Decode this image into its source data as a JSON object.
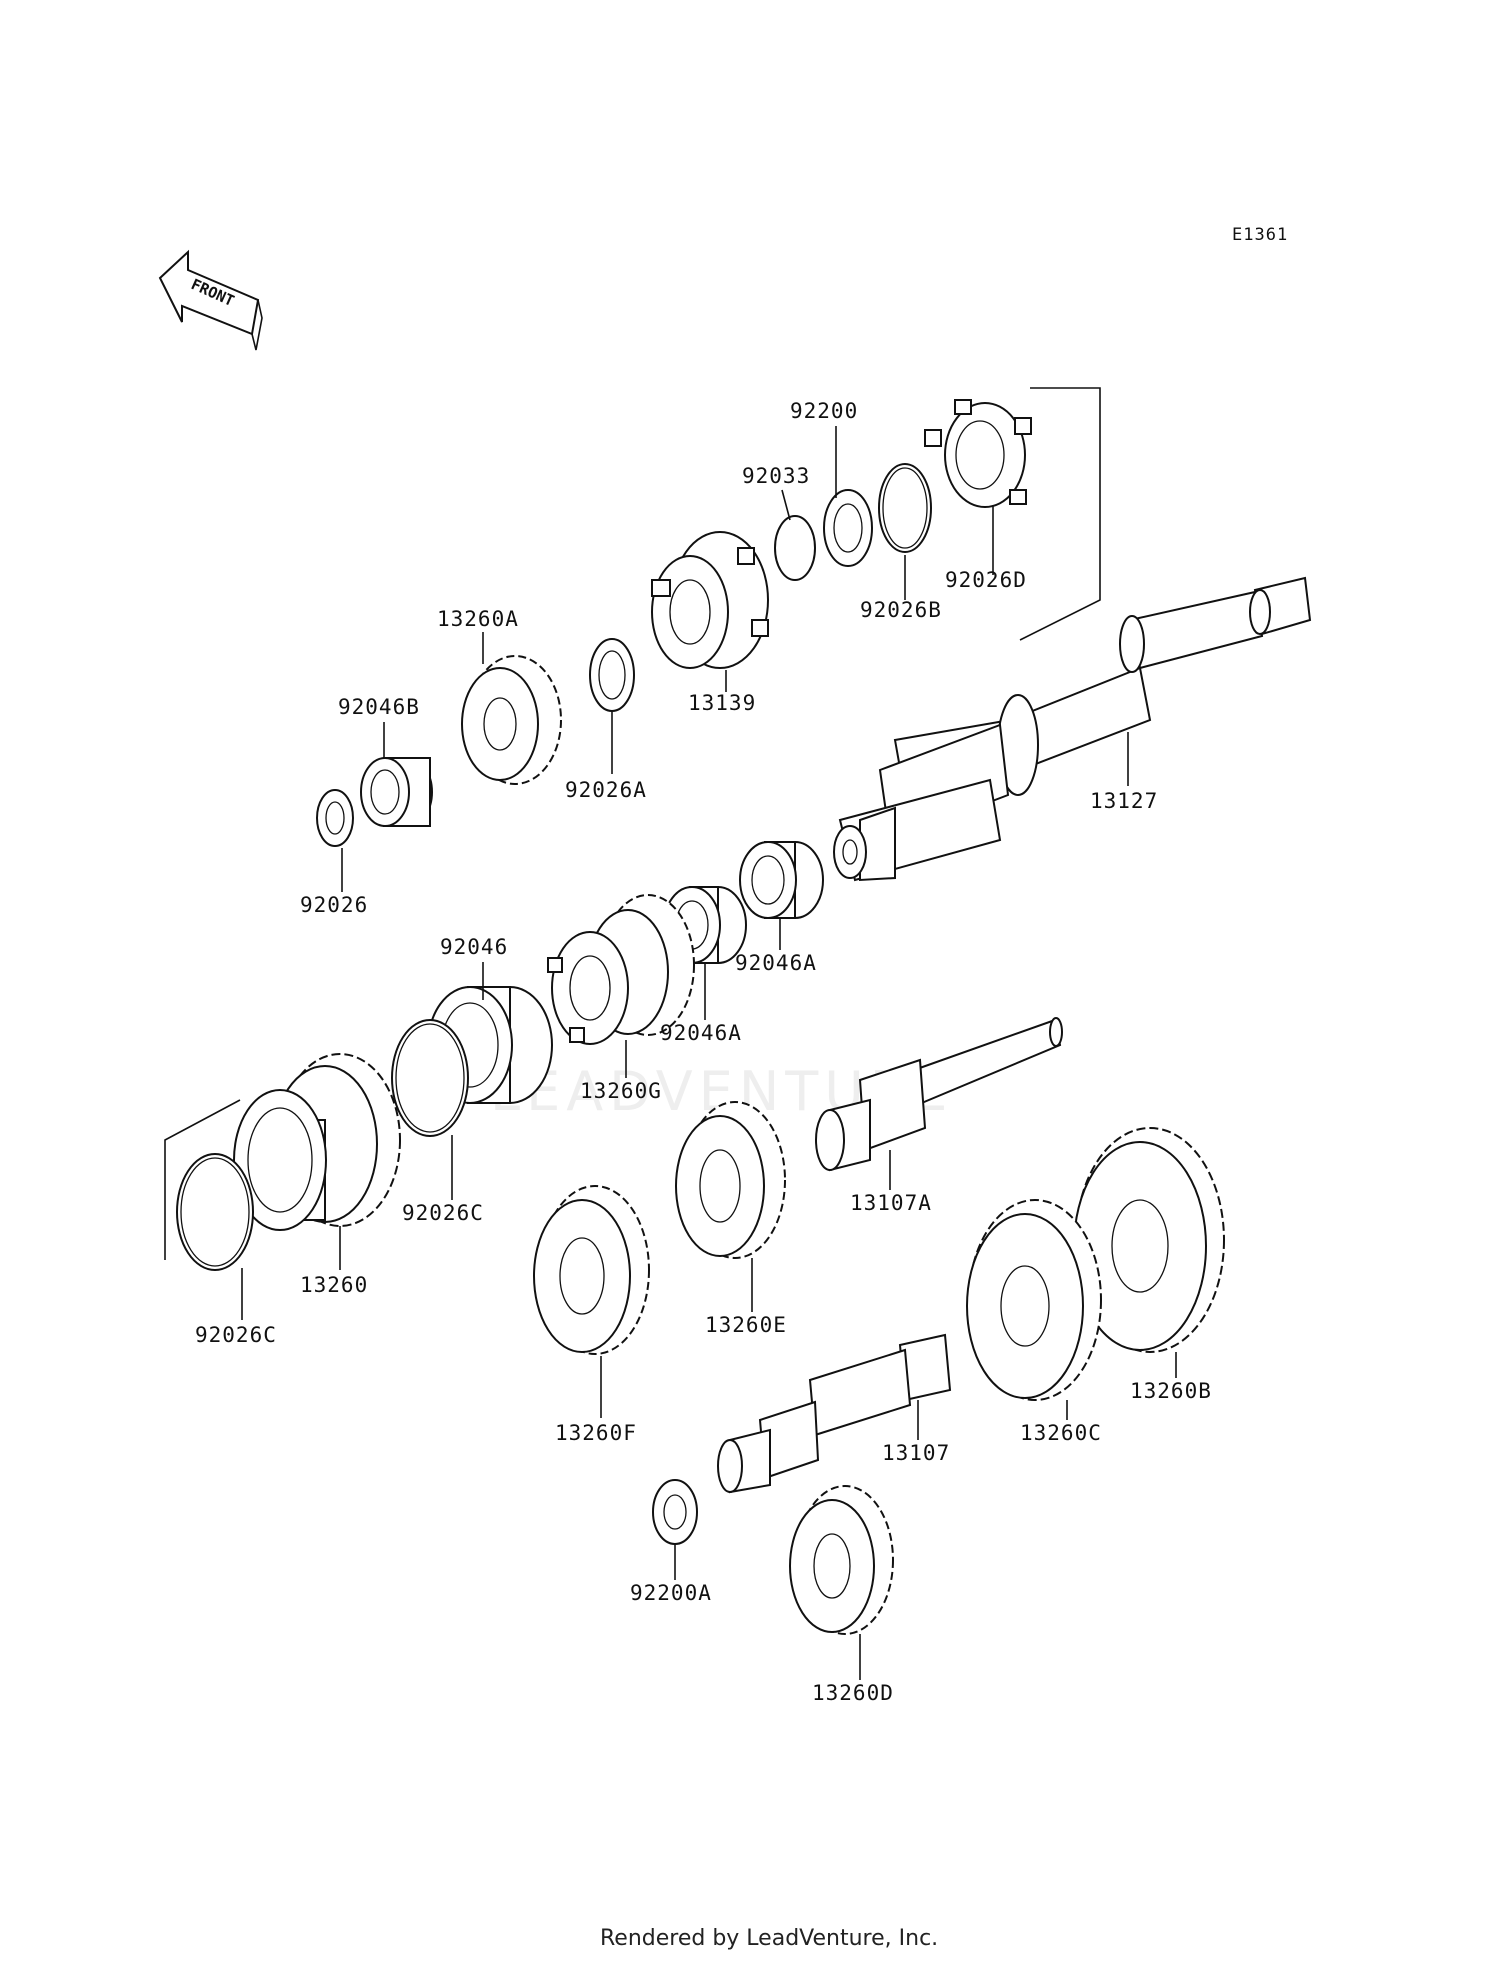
{
  "diagram_code": "E1361",
  "front_label": "FRONT",
  "watermark": "LEADVENTURE",
  "credit": "Rendered by LeadVenture, Inc.",
  "parts": {
    "p92200": "92200",
    "p92033": "92033",
    "p92026D": "92026D",
    "p92026B": "92026B",
    "p13139": "13139",
    "p13260A": "13260A",
    "p92046B": "92046B",
    "p92026A": "92026A",
    "p92026": "92026",
    "p13127": "13127",
    "p92046": "92046",
    "p92046A_1": "92046A",
    "p92046A_2": "92046A",
    "p13260G": "13260G",
    "p92026C_1": "92026C",
    "p13260": "13260",
    "p92026C_2": "92026C",
    "p13107A": "13107A",
    "p13260E": "13260E",
    "p13260F": "13260F",
    "p13260B": "13260B",
    "p13260C": "13260C",
    "p13107": "13107",
    "p92200A": "92200A",
    "p13260D": "13260D"
  }
}
